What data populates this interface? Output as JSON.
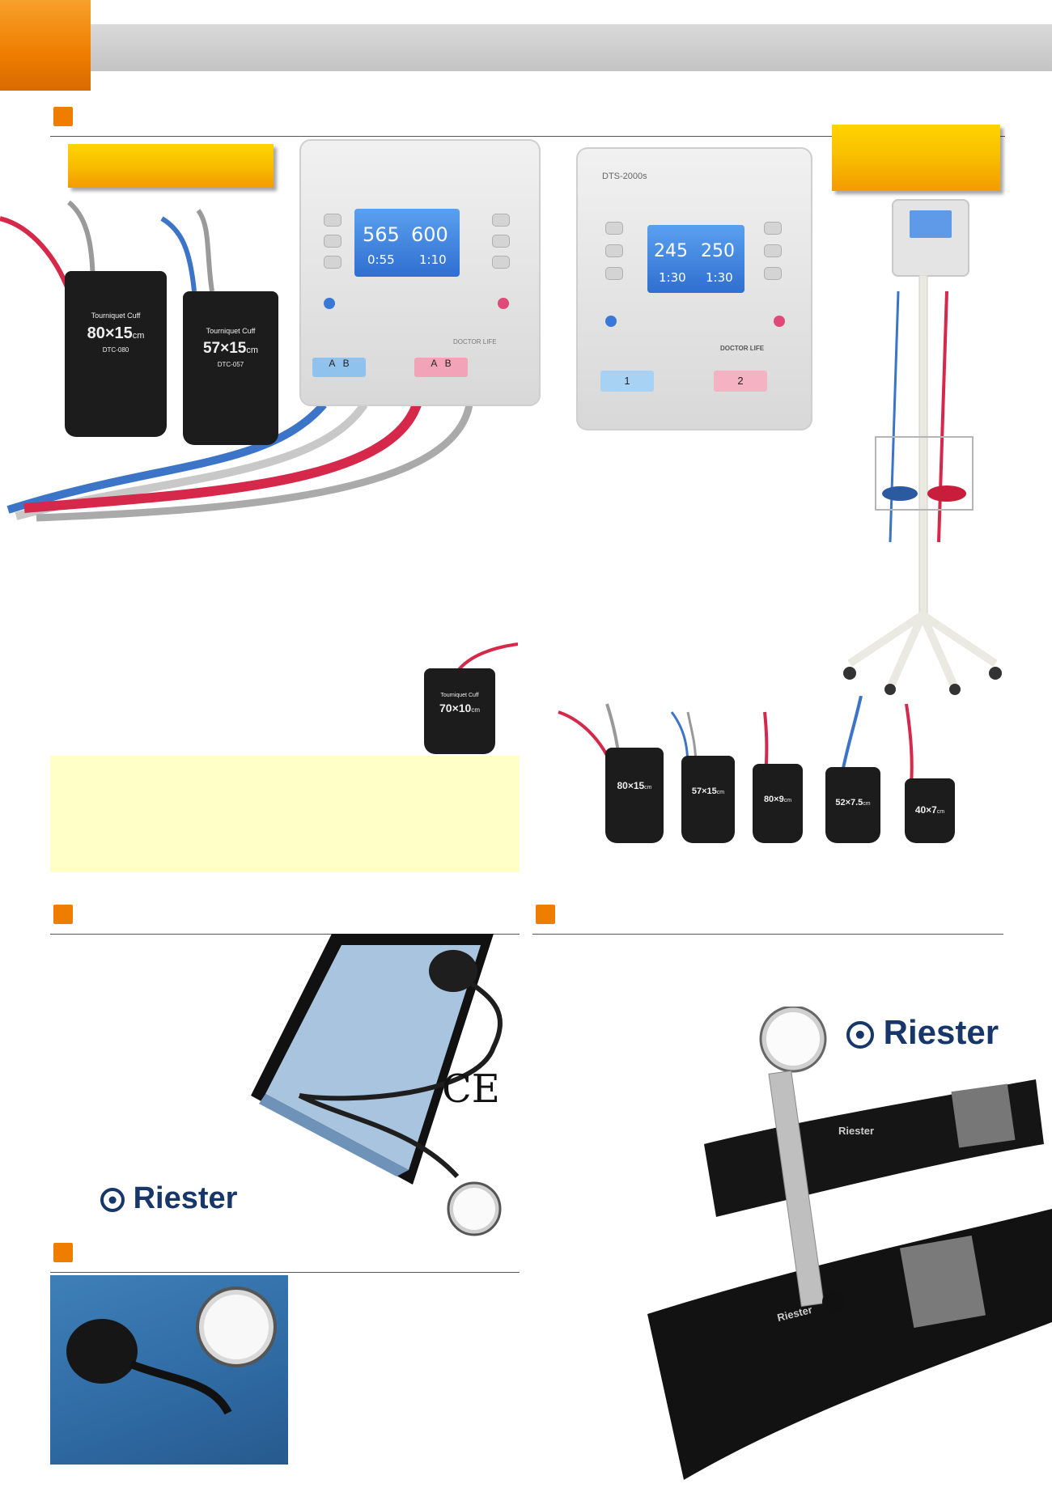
{
  "device_left": {
    "lcd_left_value": "565",
    "lcd_right_value": "600",
    "lcd_left_time": "0:55",
    "lcd_right_time": "1:10",
    "port_left": "A",
    "port_left_2": "B",
    "port_right": "A",
    "port_right_2": "B",
    "brand": "DOCTOR LIFE"
  },
  "device_right": {
    "model": "DTS-2000s",
    "lcd_left_value": "245",
    "lcd_right_value": "250",
    "lcd_left_time": "1:30",
    "lcd_right_time": "1:30",
    "port_left": "1",
    "port_right": "2",
    "brand": "DOCTOR LIFE"
  },
  "cuffs_main": [
    {
      "size": "80×15",
      "unit": "cm",
      "label": "Tourniquet Cuff",
      "code": "DTC-080"
    },
    {
      "size": "57×15",
      "unit": "cm",
      "label": "Tourniquet Cuff",
      "code": "DTC-057"
    }
  ],
  "cuff_small": {
    "size": "70×10",
    "unit": "cm",
    "label": "Tourniquet Cuff"
  },
  "cuffs_row": [
    {
      "size": "80×15",
      "unit": "cm"
    },
    {
      "size": "57×15",
      "unit": "cm"
    },
    {
      "size": "80×9",
      "unit": "cm"
    },
    {
      "size": "52×7.5",
      "unit": "cm"
    },
    {
      "size": "40×7",
      "unit": "cm"
    }
  ],
  "brand_riester": "Riester",
  "ce_mark": "CE",
  "colors": {
    "accent_orange": "#ee7d00",
    "header_grey": "#c9c9c9",
    "tag_yellow": "#ffd400",
    "info_box": "#ffffc8",
    "riester_navy": "#17366a"
  }
}
